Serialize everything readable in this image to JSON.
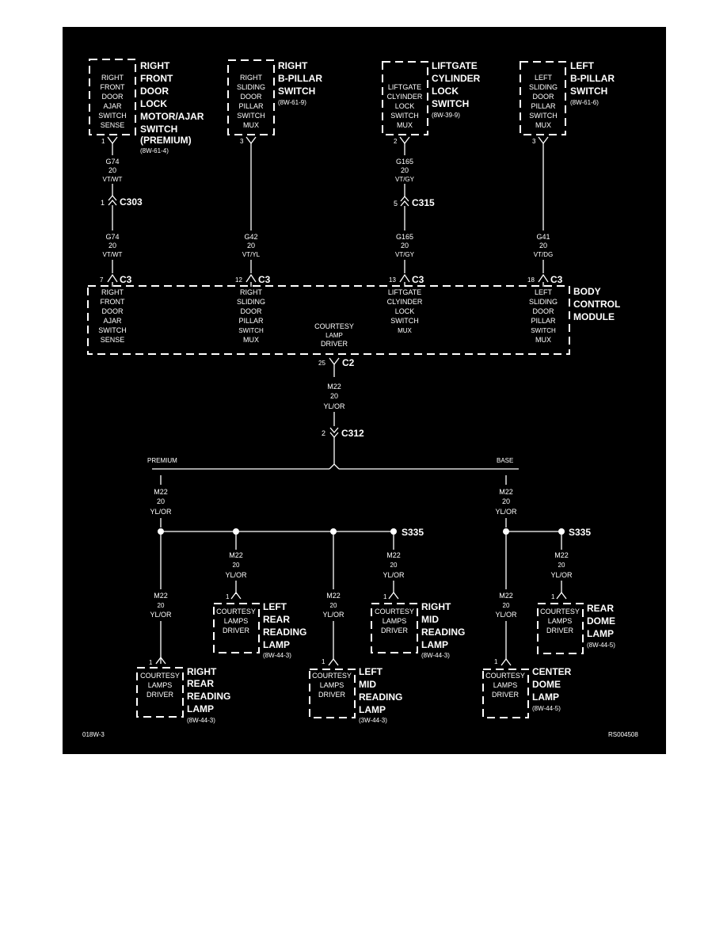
{
  "background_color": "#000000",
  "line_color": "#ffffff",
  "figure_id_left": "018W-3",
  "figure_id_right": "RS004508",
  "components": [
    {
      "id": "rfd",
      "box_lines": [
        "RIGHT",
        "FRONT",
        "DOOR",
        "AJAR",
        "SWITCH",
        "SENSE"
      ],
      "title_lines": [
        "RIGHT",
        "FRONT",
        "DOOR",
        "LOCK",
        "MOTOR/AJAR",
        "SWITCH",
        "(PREMIUM)"
      ],
      "ref": "(8W-61-4)",
      "pin": "1"
    },
    {
      "id": "rbp",
      "box_lines": [
        "RIGHT",
        "SLIDING",
        "DOOR",
        "PILLAR",
        "SWITCH",
        "MUX"
      ],
      "title_lines": [
        "RIGHT",
        "B-PILLAR",
        "SWITCH"
      ],
      "ref": "(8W-61-9)",
      "pin": "3"
    },
    {
      "id": "lgc",
      "box_lines": [
        "LIFTGATE",
        "CLYINDER",
        "LOCK",
        "SWITCH",
        "MUX"
      ],
      "title_lines": [
        "LIFTGATE",
        "CYLINDER",
        "LOCK",
        "SWITCH"
      ],
      "ref": "(8W-39-9)",
      "pin": "2"
    },
    {
      "id": "lbp",
      "box_lines": [
        "LEFT",
        "SLIDING",
        "DOOR",
        "PILLAR",
        "SWITCH",
        "MUX"
      ],
      "title_lines": [
        "LEFT",
        "B-PILLAR",
        "SWITCH"
      ],
      "ref": "(8W-61-6)",
      "pin": "3"
    }
  ],
  "upper_wires": [
    {
      "circuit": "G74",
      "gauge": "20",
      "color": "VT/WT"
    },
    {
      "circuit": "G165",
      "gauge": "20",
      "color": "VT/GY"
    }
  ],
  "inline_connectors": [
    {
      "pin": "1",
      "name": "C303"
    },
    {
      "pin": "5",
      "name": "C315"
    }
  ],
  "lower_wires": [
    {
      "circuit": "G74",
      "gauge": "20",
      "color": "VT/WT"
    },
    {
      "circuit": "G42",
      "gauge": "20",
      "color": "VT/YL"
    },
    {
      "circuit": "G165",
      "gauge": "20",
      "color": "VT/GY"
    },
    {
      "circuit": "G41",
      "gauge": "20",
      "color": "VT/DG"
    }
  ],
  "bcm": {
    "title_lines": [
      "BODY",
      "CONTROL",
      "MODULE"
    ],
    "connectors": [
      {
        "pin": "7",
        "name": "C3"
      },
      {
        "pin": "12",
        "name": "C3"
      },
      {
        "pin": "13",
        "name": "C3"
      },
      {
        "pin": "18",
        "name": "C3"
      }
    ],
    "internal_labels": [
      [
        "RIGHT",
        "FRONT",
        "DOOR",
        "AJAR",
        "SWITCH",
        "SENSE"
      ],
      [
        "RIGHT",
        "SLIDING",
        "DOOR",
        "PILLAR",
        "SWITCH",
        "MUX"
      ],
      [
        "LIFTGATE",
        "CLYINDER",
        "LOCK",
        "SWITCH",
        "MUX"
      ],
      [
        "LEFT",
        "SLIDING",
        "DOOR",
        "PILLAR",
        "SWITCH",
        "MUX"
      ]
    ],
    "driver_lines": [
      "COURTESY",
      "LAMP",
      "DRIVER"
    ],
    "output_pin": "25",
    "output_connector": "C2"
  },
  "main_wire": {
    "circuit": "M22",
    "gauge": "20",
    "color": "YL/OR"
  },
  "c312": {
    "pin": "2",
    "name": "C312"
  },
  "options": {
    "premium": "PREMIUM",
    "base": "BASE"
  },
  "branch_wire": {
    "circuit": "M22",
    "gauge": "20",
    "color": "YL/OR"
  },
  "splice_name": "S335",
  "lamps": [
    {
      "id": "rrr",
      "box_lines": [
        "COURTESY",
        "LAMPS",
        "DRIVER"
      ],
      "title_lines": [
        "RIGHT",
        "REAR",
        "READING",
        "LAMP"
      ],
      "ref": "(8W-44-3)",
      "pin": "1"
    },
    {
      "id": "lrr",
      "box_lines": [
        "COURTESY",
        "LAMPS",
        "DRIVER"
      ],
      "title_lines": [
        "LEFT",
        "REAR",
        "READING",
        "LAMP"
      ],
      "ref": "(8W-44-3)",
      "pin": "1"
    },
    {
      "id": "lmr",
      "box_lines": [
        "COURTESY",
        "LAMPS",
        "DRIVER"
      ],
      "title_lines": [
        "LEFT",
        "MID",
        "READING",
        "LAMP"
      ],
      "ref": "(3W-44-3)",
      "pin": "1"
    },
    {
      "id": "rmr",
      "box_lines": [
        "COURTESY",
        "LAMPS",
        "DRIVER"
      ],
      "title_lines": [
        "RIGHT",
        "MID",
        "READING",
        "LAMP"
      ],
      "ref": "(8W-44-3)",
      "pin": "1"
    },
    {
      "id": "cdl",
      "box_lines": [
        "COURTESY",
        "LAMPS",
        "DRIVER"
      ],
      "title_lines": [
        "CENTER",
        "DOME",
        "LAMP"
      ],
      "ref": "(8W-44-5)",
      "pin": "1"
    },
    {
      "id": "rdl",
      "box_lines": [
        "COURTESY",
        "LAMPS",
        "DRIVER"
      ],
      "title_lines": [
        "REAR",
        "DOME",
        "LAMP"
      ],
      "ref": "(8W-44-5)",
      "pin": "1"
    }
  ]
}
